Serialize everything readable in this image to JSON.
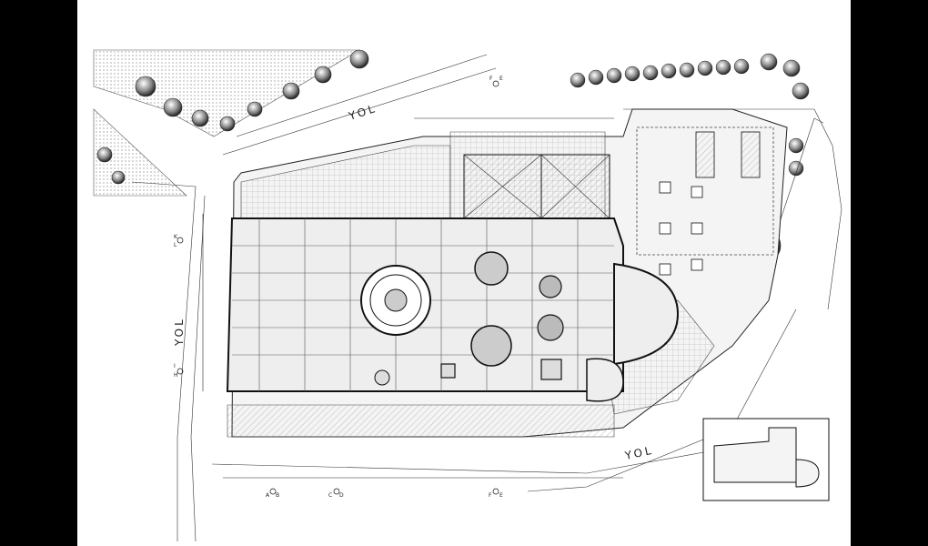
{
  "roads": [
    {
      "id": "top",
      "label": "YOL"
    },
    {
      "id": "left",
      "label": "YOL"
    },
    {
      "id": "bottom",
      "label": "YOL"
    }
  ],
  "section_markers": {
    "top": [
      "F",
      "E"
    ],
    "left_upper": [
      "K",
      "L"
    ],
    "left_lower": [
      "I",
      "H"
    ],
    "bottom": [
      "A",
      "B",
      "C",
      "D",
      "F",
      "E"
    ]
  },
  "colors": {
    "background": "#000000",
    "sheet": "#ffffff",
    "ink": "#111111",
    "hatch": "#888888"
  }
}
